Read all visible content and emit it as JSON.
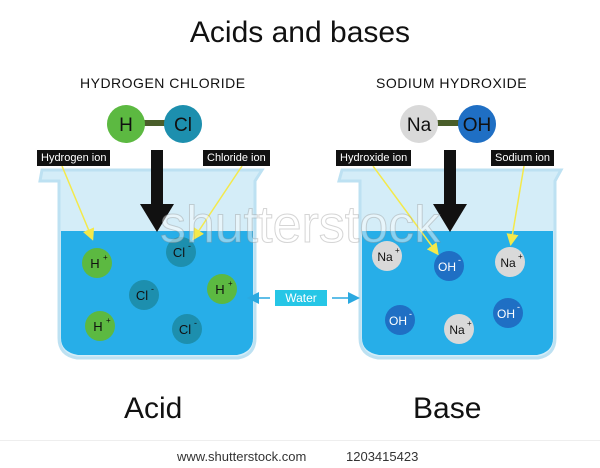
{
  "title": "Acids and bases",
  "left": {
    "compound": "HYDROGEN  CHLORIDE",
    "atom1": "H",
    "atom2": "Cl",
    "label1": "Hydrogen ion",
    "label2": "Chloride ion",
    "caption": "Acid",
    "ion_h": "H",
    "ion_cl": "Cl"
  },
  "right": {
    "compound": "SODIUM  HYDROXIDE",
    "atom1": "Na",
    "atom2": "OH",
    "label1": "Hydroxide ion",
    "label2": "Sodium ion",
    "caption": "Base",
    "ion_na": "Na",
    "ion_oh": "OH"
  },
  "water_label": "Water",
  "charge_plus": "+",
  "charge_minus": "-",
  "watermark": "shutterstock",
  "footer": {
    "url": "www.shutterstock.com",
    "id": "1203415423"
  },
  "colors": {
    "beaker": "#cdeaf6",
    "water": "#29aee8",
    "hydrogen": "#5cb941",
    "chlorine": "#1d8fae",
    "sodium": "#d9d9d9",
    "hydroxide": "#1f6fc4",
    "arrow_yellow": "#f4e94a"
  }
}
